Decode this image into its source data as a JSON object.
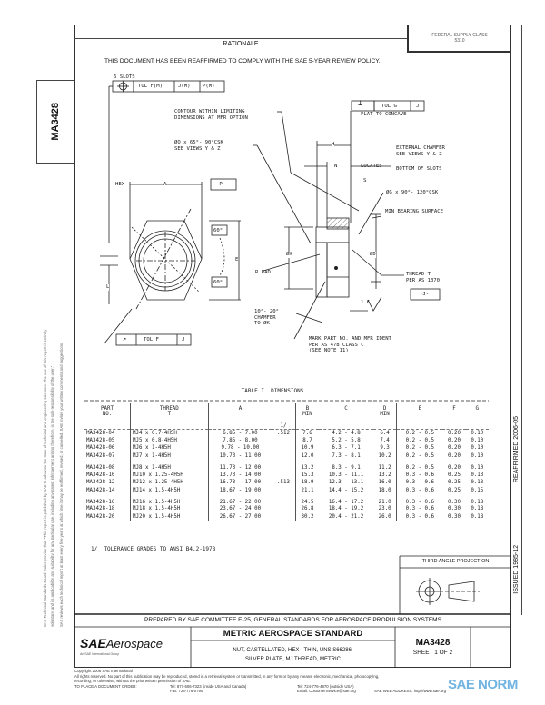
{
  "header": {
    "fsc_label": "FEDERAL SUPPLY CLASS",
    "fsc_value": "5310",
    "rationale_title": "RATIONALE",
    "rationale_text": "THIS DOCUMENT HAS BEEN REAFFIRMED TO COMPLY WITH THE SAE 5-YEAR REVIEW POLICY."
  },
  "side": {
    "doc_number": "MA3428",
    "disclaimer": [
      "SAE Technical Standards Board Rules provide that: \"This report is published by SAE to advance the state of technical and engineering sciences. The use of this report is entirely",
      "voluntary, and its applicability and suitability for any particular use, including any patent infringement arising therefrom, is the sole responsibility of the user.\"",
      "SAE reviews each technical report at least every five years at which time it may be reaffirmed, revised, or cancelled. SAE invites your written comments and suggestions."
    ],
    "reaffirmed": "REAFFIRMED 2006-05",
    "issued": "ISSUED 1985-12"
  },
  "drawing": {
    "slots": "6 SLOTS",
    "fcf_top": [
      "TOL F(M)",
      "J(M)",
      "P(M)"
    ],
    "contour_note": "CONTOUR WITHIN LIMITING\nDIMENSIONS AT MFR OPTION",
    "csk_note": "ØO x 65°- 90°CSK\nSEE VIEWS Y & Z",
    "hex": "HEX",
    "a": "A",
    "datum_p": "-P-",
    "angle1": "60°",
    "angle2": "60°",
    "e": "E",
    "l": "L",
    "fcf_bottom": [
      "TOL F",
      "J"
    ],
    "perp_fcf": [
      "TOL G",
      "J"
    ],
    "flat_note": "FLAT TO CONCAVE",
    "h": "H",
    "n": "N",
    "locates": "LOCATES",
    "ext_chamfer": "EXTERNAL CHAMFER\nSEE VIEWS Y & Z",
    "bottom_slots": "BOTTOM OF SLOTS",
    "s": "S",
    "csk2": "ØG x 90°- 120°CSK",
    "min_bearing": "MIN BEARING SURFACE",
    "dk": "ØK",
    "r_rad": "R RAD",
    "dd": "ØD",
    "thread": "THREAD T\nPER AS 1370",
    "datum_j": "-J-",
    "finish": "1.6",
    "chamfer": "10°- 20°\nCHAMFER\nTO ØK",
    "mark_note": "MARK PART NO. AND MFR IDENT\nPER AS 478 CLASS C\n(SEE NOTE 11)"
  },
  "table": {
    "title": "TABLE I. DIMENSIONS",
    "headers": {
      "part": "PART\nNO.",
      "thread": "THREAD\nT",
      "a": "A",
      "note": "1/",
      "b": "B\nMIN",
      "c": "C",
      "d": "D\nMIN",
      "e": "E",
      "f": "F",
      "g": "G"
    },
    "rows": [
      {
        "part": "MA3428-04",
        "thread": "MJ4 x 0.7-4H5H",
        "a": "6.85 - 7.00",
        "note": ".512",
        "b": "7.6",
        "c": "4.2 - 4.8",
        "d": "6.4",
        "e": "0.2 - 0.5",
        "f": "0.20",
        "g": "0.10"
      },
      {
        "part": "MA3428-05",
        "thread": "MJ5 x 0.8-4H5H",
        "a": "7.85 - 8.00",
        "note": "",
        "b": "8.7",
        "c": "5.2 - 5.8",
        "d": "7.4",
        "e": "0.2 - 0.5",
        "f": "0.20",
        "g": "0.10"
      },
      {
        "part": "MA3428-06",
        "thread": "MJ6 x 1-4H5H",
        "a": "9.78 - 10.00",
        "note": "",
        "b": "10.9",
        "c": "6.3 - 7.1",
        "d": "9.3",
        "e": "0.2 - 0.5",
        "f": "0.20",
        "g": "0.10"
      },
      {
        "part": "MA3428-07",
        "thread": "MJ7 x 1-4H5H",
        "a": "10.73 - 11.00",
        "note": "",
        "b": "12.0",
        "c": "7.3 - 8.1",
        "d": "10.2",
        "e": "0.2 - 0.5",
        "f": "0.20",
        "g": "0.10"
      },
      {
        "part": "MA3428-08",
        "thread": "MJ8 x 1-4H5H",
        "a": "11.73 - 12.00",
        "note": "",
        "b": "13.2",
        "c": "8.3 - 9.1",
        "d": "11.2",
        "e": "0.2 - 0.5",
        "f": "0.20",
        "g": "0.10"
      },
      {
        "part": "MA3428-10",
        "thread": "MJ10 x 1.25-4H5H",
        "a": "13.73 - 14.00",
        "note": "",
        "b": "15.3",
        "c": "10.3 - 11.1",
        "d": "13.2",
        "e": "0.3 - 0.6",
        "f": "0.25",
        "g": "0.13"
      },
      {
        "part": "MA3428-12",
        "thread": "MJ12 x 1.25-4H5H",
        "a": "16.73 - 17.00",
        "note": ".513",
        "b": "18.9",
        "c": "12.3 - 13.1",
        "d": "16.0",
        "e": "0.3 - 0.6",
        "f": "0.25",
        "g": "0.13"
      },
      {
        "part": "MA3428-14",
        "thread": "MJ14 x 1.5-4H5H",
        "a": "18.67 - 19.00",
        "note": "",
        "b": "21.1",
        "c": "14.4 - 15.2",
        "d": "18.0",
        "e": "0.3 - 0.6",
        "f": "0.25",
        "g": "0.15"
      },
      {
        "part": "MA3428-16",
        "thread": "MJ16 x 1.5-4H5H",
        "a": "21.67 - 22.00",
        "note": "",
        "b": "24.5",
        "c": "16.4 - 17.2",
        "d": "21.0",
        "e": "0.3 - 0.6",
        "f": "0.30",
        "g": "0.18"
      },
      {
        "part": "MA3428-18",
        "thread": "MJ18 x 1.5-4H5H",
        "a": "23.67 - 24.00",
        "note": "",
        "b": "26.8",
        "c": "18.4 - 19.2",
        "d": "23.0",
        "e": "0.3 - 0.6",
        "f": "0.30",
        "g": "0.18"
      },
      {
        "part": "MA3428-20",
        "thread": "MJ20 x 1.5-4H5H",
        "a": "26.67 - 27.00",
        "note": "",
        "b": "30.2",
        "c": "20.4 - 21.2",
        "d": "26.0",
        "e": "0.3 - 0.6",
        "f": "0.30",
        "g": "0.18"
      }
    ],
    "footnote": "1/  TOLERANCE GRADES TO ANSI B4.2-1978"
  },
  "projection": {
    "label": "THIRD ANGLE PROJECTION"
  },
  "title_block": {
    "prepared_by": "PREPARED BY SAE COMMITTEE E-25, GENERAL STANDARDS FOR AEROSPACE PROPULSION SYSTEMS",
    "logo_bold": "SAE",
    "logo_light": "Aerospace",
    "logo_sub": "An SAE International Group",
    "standard": "METRIC AEROSPACE STANDARD",
    "description_1": "NUT, CASTELLATED, HEX - THIN, UNS S66286,",
    "description_2": "SILVER PLATE, MJ THREAD, METRIC",
    "doc_number": "MA3428",
    "sheet": "SHEET 1 OF 2"
  },
  "footer": {
    "copyright": "Copyright 2006 SAE International",
    "rights": "All rights reserved. No part of this publication may be reproduced, stored in a retrieval system or transmitted, in any form or by any means, electronic, mechanical, photocopying,",
    "rights2": "recording, or otherwise, without the prior written permission of SAE.",
    "order_label": "TO PLACE A DOCUMENT ORDER:",
    "tel1": "Tel: 877-606-7323 (inside USA and Canada)",
    "tel2": "Tel: 724-776-4970 (outside USA)",
    "fax": "Fax: 724-776-0790",
    "email": "Email: CustomerService@sae.org",
    "web": "SAE WEB ADDRESS: http://www.sae.org",
    "watermark": "SAE NORM"
  }
}
